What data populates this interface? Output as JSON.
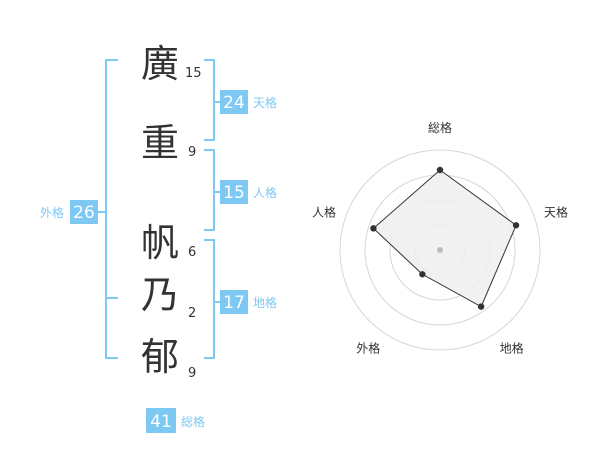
{
  "name": {
    "characters": [
      {
        "char": "廣",
        "strokes": "15"
      },
      {
        "char": "重",
        "strokes": "9"
      },
      {
        "char": "帆",
        "strokes": "6"
      },
      {
        "char": "乃",
        "strokes": "2"
      },
      {
        "char": "郁",
        "strokes": "9"
      }
    ]
  },
  "fortunes": {
    "tenkaku": {
      "label": "天格",
      "value": "24"
    },
    "jinkaku": {
      "label": "人格",
      "value": "15"
    },
    "chikaku": {
      "label": "地格",
      "value": "17"
    },
    "gaikaku": {
      "label": "外格",
      "value": "26"
    },
    "soukaku": {
      "label": "総格",
      "value": "41"
    }
  },
  "chart_data": {
    "type": "radar",
    "axes": [
      "総格",
      "天格",
      "地格",
      "外格",
      "人格"
    ],
    "values": [
      4,
      4,
      3.5,
      1.5,
      3.5
    ],
    "max": 5,
    "rings": 4,
    "colors": {
      "fill": "#efefef",
      "line": "#333333",
      "grid": "#d6d6d6",
      "point": "#333333",
      "center": "#bbbbbb"
    }
  },
  "colors": {
    "accent": "#7ec8f4",
    "bracket": "#7ec8f4",
    "text": "#333333",
    "label": "#7ec8f4"
  }
}
